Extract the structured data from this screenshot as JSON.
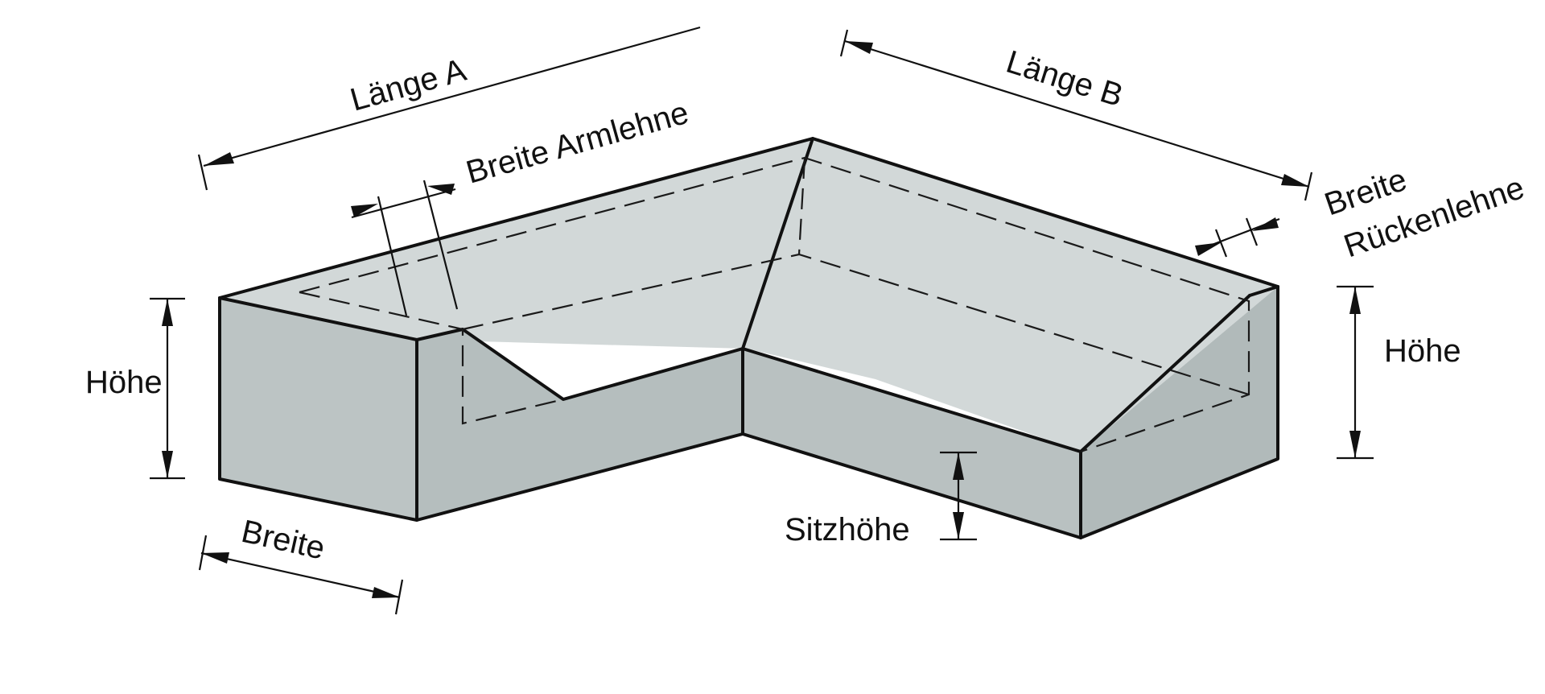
{
  "colors": {
    "background": "#ffffff",
    "cover_top": "#d2d8d8",
    "cover_front": "#bcc4c4",
    "cover_side": "#b1baba",
    "lines": "#111111"
  },
  "labels": {
    "laenge_a": "Länge A",
    "laenge_b": "Länge B",
    "breite_armlehne": "Breite Armlehne",
    "breite_ruecken_1": "Breite",
    "breite_ruecken_2": "Rückenlehne",
    "hoehe_left": "Höhe",
    "hoehe_right": "Höhe",
    "breite": "Breite",
    "sitzhoehe": "Sitzhöhe"
  }
}
